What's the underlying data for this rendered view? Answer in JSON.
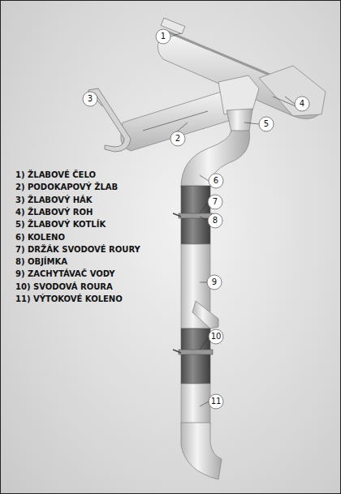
{
  "diagram": {
    "labels": [
      "1",
      "2",
      "3",
      "4",
      "5",
      "6",
      "7",
      "8",
      "9",
      "10",
      "11",
      "1) ŽLABOVÉ ČELO",
      "2) PODOKAPOVÝ ŽLAB",
      "3) ŽLABOVÝ HÁK",
      "4) ŽLABOVÝ ROH",
      "5) ŽLABOVÝ KOTLÍK",
      "6) KOLENO",
      "7) DRŽÁK SVODOVÉ ROURY",
      "8) OBJÍMKA",
      "9) ZACHYTÁVAČ VODY",
      "10) SVODOVÁ ROURA",
      "11) VÝTOKOVÉ KOLENO"
    ]
  }
}
